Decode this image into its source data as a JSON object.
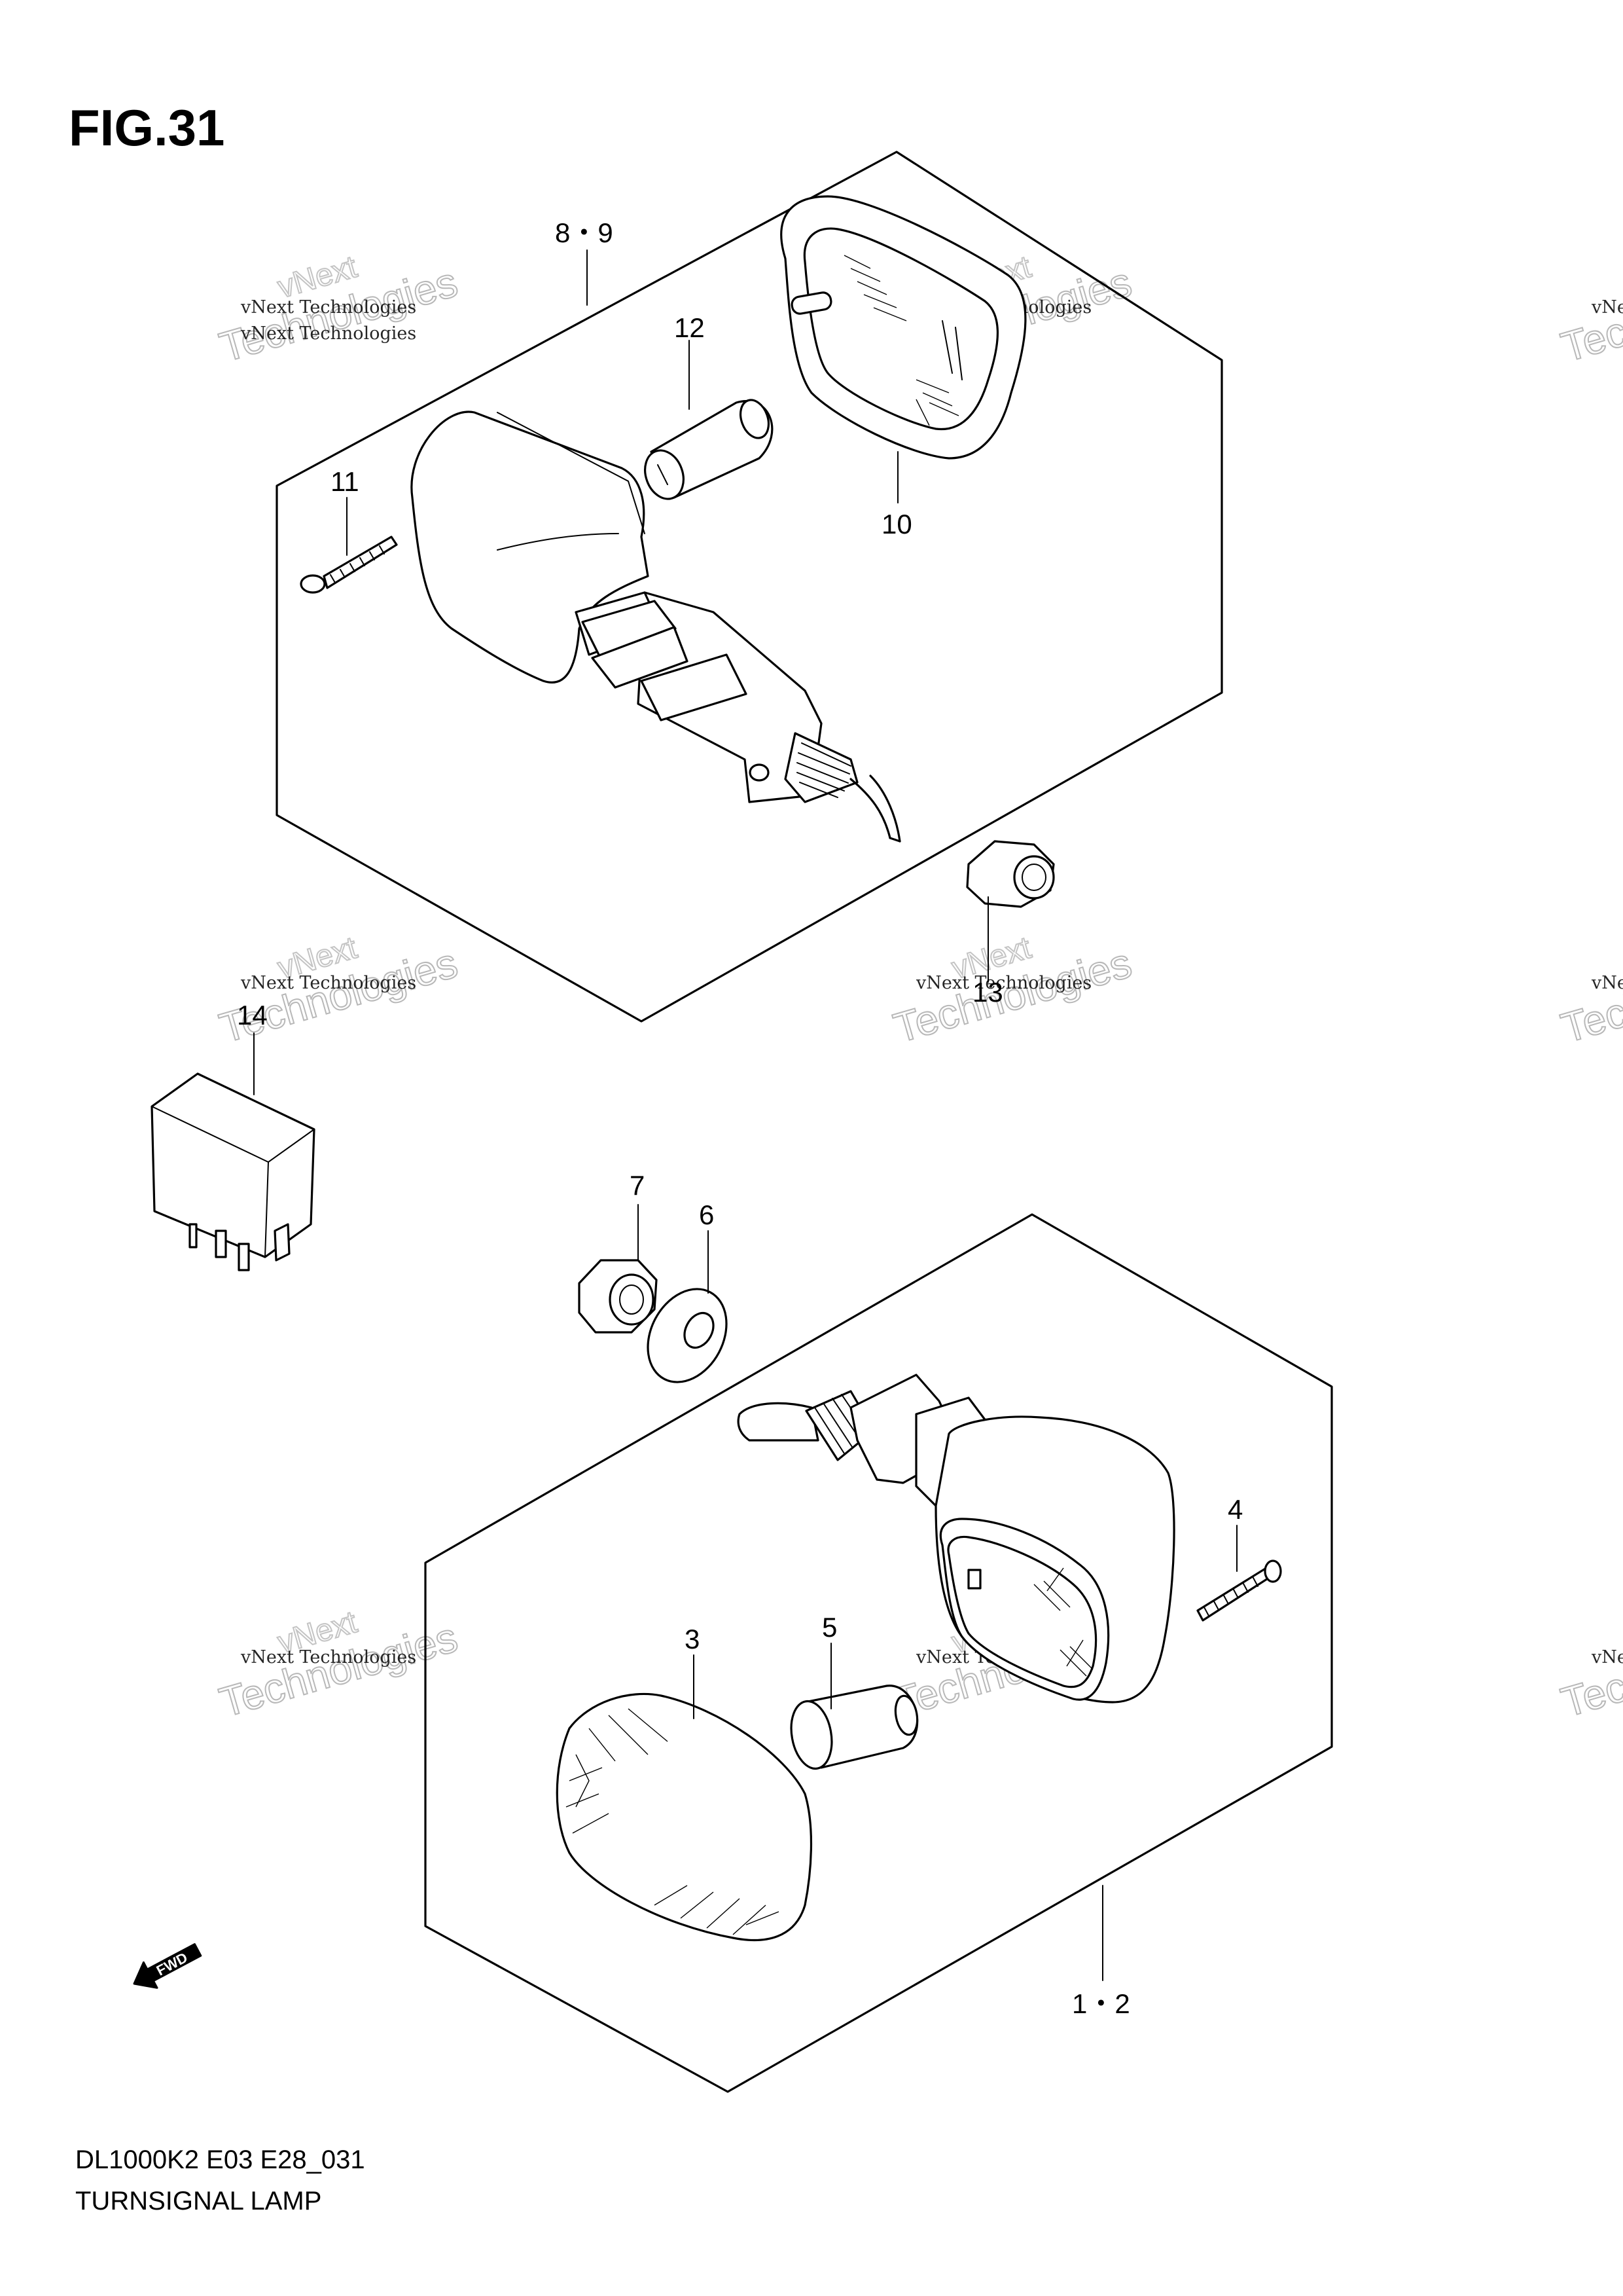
{
  "figure": {
    "title": "FIG.31"
  },
  "callouts": {
    "c1_2": "1・2",
    "c3": "3",
    "c4": "4",
    "c5": "5",
    "c6": "6",
    "c7": "7",
    "c8_9": "8・9",
    "c10": "10",
    "c11": "11",
    "c12": "12",
    "c13": "13",
    "c14": "14"
  },
  "direction_marker": {
    "label": "FWD"
  },
  "caption": {
    "model_code": "DL1000K2 E03 E28_031",
    "name": "TURNSIGNAL LAMP"
  },
  "watermark": {
    "line1": "vNext Technologies",
    "line2": "Technologies",
    "line3": "vNext"
  }
}
